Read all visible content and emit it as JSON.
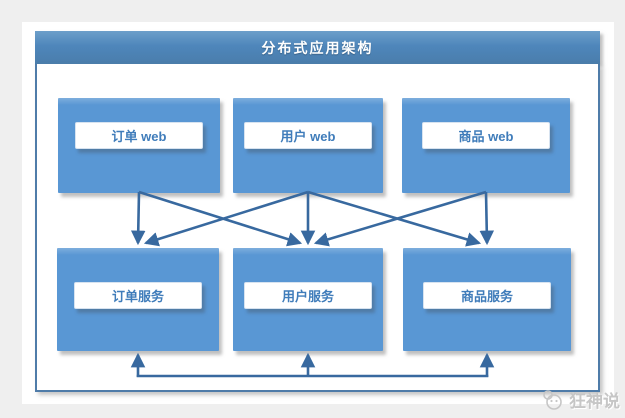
{
  "diagram": {
    "title": "分布式应用架构",
    "top_nodes": [
      {
        "id": "order-web",
        "label": "订单 web"
      },
      {
        "id": "user-web",
        "label": "用户 web"
      },
      {
        "id": "product-web",
        "label": "商品 web"
      }
    ],
    "bottom_nodes": [
      {
        "id": "order-service",
        "label": "订单服务"
      },
      {
        "id": "user-service",
        "label": "用户服务"
      },
      {
        "id": "product-service",
        "label": "商品服务"
      }
    ],
    "edges": [
      {
        "from": "order-web",
        "to": "order-service"
      },
      {
        "from": "order-web",
        "to": "user-service"
      },
      {
        "from": "user-web",
        "to": "order-service"
      },
      {
        "from": "user-web",
        "to": "user-service"
      },
      {
        "from": "user-web",
        "to": "product-service"
      },
      {
        "from": "product-web",
        "to": "user-service"
      },
      {
        "from": "product-web",
        "to": "product-service"
      }
    ],
    "bus_links": [
      "order-service",
      "user-service",
      "product-service"
    ],
    "colors": {
      "header": "#4e86bb",
      "node_fill": "#5997d4",
      "arrow": "#38699f",
      "label_text": "#3f7cba",
      "frame_border": "#4f7ca9",
      "background": "#efefef"
    }
  },
  "watermark": {
    "text": "狂神说"
  }
}
